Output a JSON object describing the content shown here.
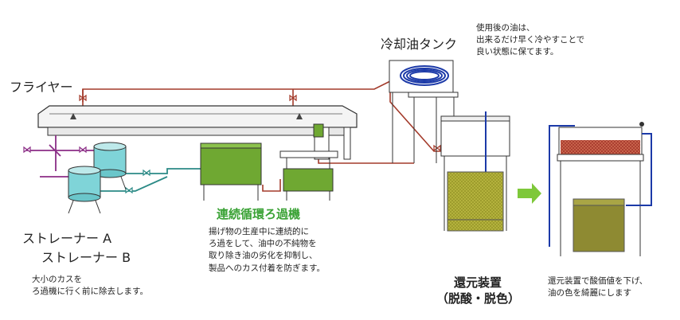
{
  "labels": {
    "fryer": "フライヤー",
    "cooling_tank": "冷却油タンク",
    "cooling_note": [
      "使用後の油は、",
      "出来るだけ早く冷やすことで",
      "良い状態に保てます。"
    ],
    "strainer_a": "ストレーナー A",
    "strainer_b": "ストレーナー B",
    "strainer_note": [
      "大小のカスを",
      "ろ過機に行く前に除去します。"
    ],
    "filter_title": "連続循環ろ過機",
    "filter_note": [
      "揚げ物の生産中に連続的に",
      "ろ過をして、油中の不純物を",
      "取り除き油の劣化を抑制し、",
      "製品へのカス付着を防ぎます。"
    ],
    "reducer_title": [
      "還元装置",
      "（脱酸・脱色）"
    ],
    "reducer_note": [
      "還元装置で酸価値を下げ、",
      "油の色を綺麗にします"
    ]
  },
  "colors": {
    "oil_pipe": "#a33a2a",
    "purple_pipe": "#8b2d86",
    "teal_pipe": "#2b8a86",
    "blue_pipe": "#1c3aa8",
    "green_machine": "#6fa832",
    "tank_teal": "#7fd4d8",
    "olive_mesh": "#b3b33a",
    "arrow": "#7ec83a",
    "label_green": "#3aa235"
  }
}
